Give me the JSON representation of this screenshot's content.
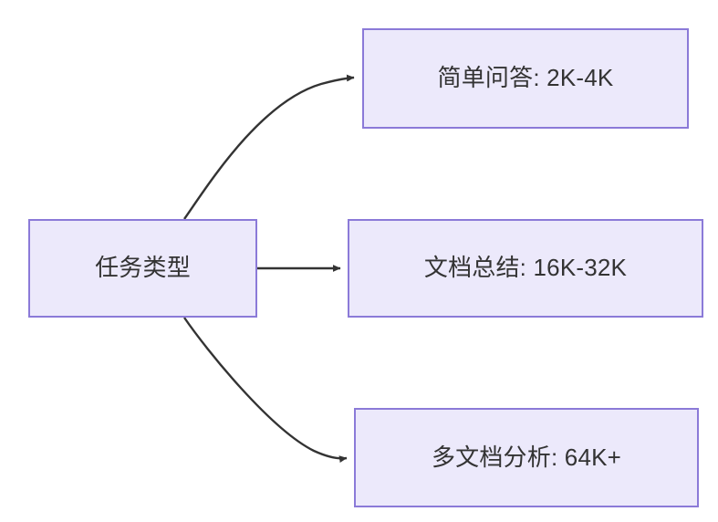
{
  "diagram": {
    "type": "flowchart",
    "direction": "left-to-right",
    "background_color": "#ffffff",
    "node_fill_color": "#ece9fb",
    "node_border_color": "#8b7ad8",
    "node_text_color": "#333333",
    "edge_color": "#333333",
    "nodes": [
      {
        "id": "root",
        "label": "任务类型",
        "role": "source"
      },
      {
        "id": "simple",
        "label": "简单问答: 2K-4K",
        "role": "target"
      },
      {
        "id": "summary",
        "label": "文档总结: 16K-32K",
        "role": "target"
      },
      {
        "id": "multi",
        "label": "多文档分析: 64K+",
        "role": "target"
      }
    ],
    "edges": [
      {
        "from": "root",
        "to": "simple",
        "style": "curved",
        "label": ""
      },
      {
        "from": "root",
        "to": "summary",
        "style": "straight",
        "label": ""
      },
      {
        "from": "root",
        "to": "multi",
        "style": "curved",
        "label": ""
      }
    ]
  }
}
